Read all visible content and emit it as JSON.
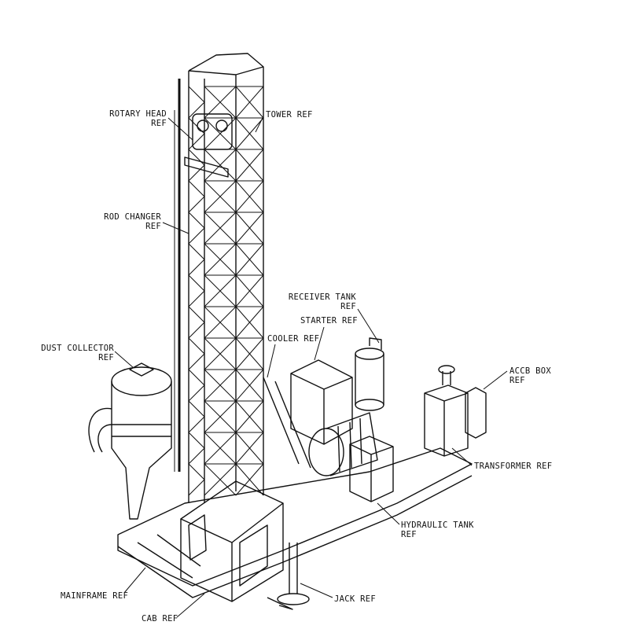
{
  "labels": {
    "rotary_head": [
      "ROTARY HEAD",
      "REF"
    ],
    "tower": "TOWER REF",
    "rod_changer": [
      "ROD CHANGER",
      "REF"
    ],
    "receiver_tank": [
      "RECEIVER TANK",
      "REF"
    ],
    "starter": "STARTER REF",
    "cooler": "COOLER REF",
    "dust_collector": [
      "DUST COLLECTOR",
      "REF"
    ],
    "accb_box": [
      "ACCB BOX",
      "REF"
    ],
    "transformer": "TRANSFORMER REF",
    "hydraulic_tank": [
      "HYDRAULIC TANK",
      "REF"
    ],
    "mainframe": "MAINFRAME REF",
    "jack": "JACK REF",
    "cab": "CAB REF"
  },
  "colors": {
    "line": "#111111",
    "background": "#ffffff"
  }
}
